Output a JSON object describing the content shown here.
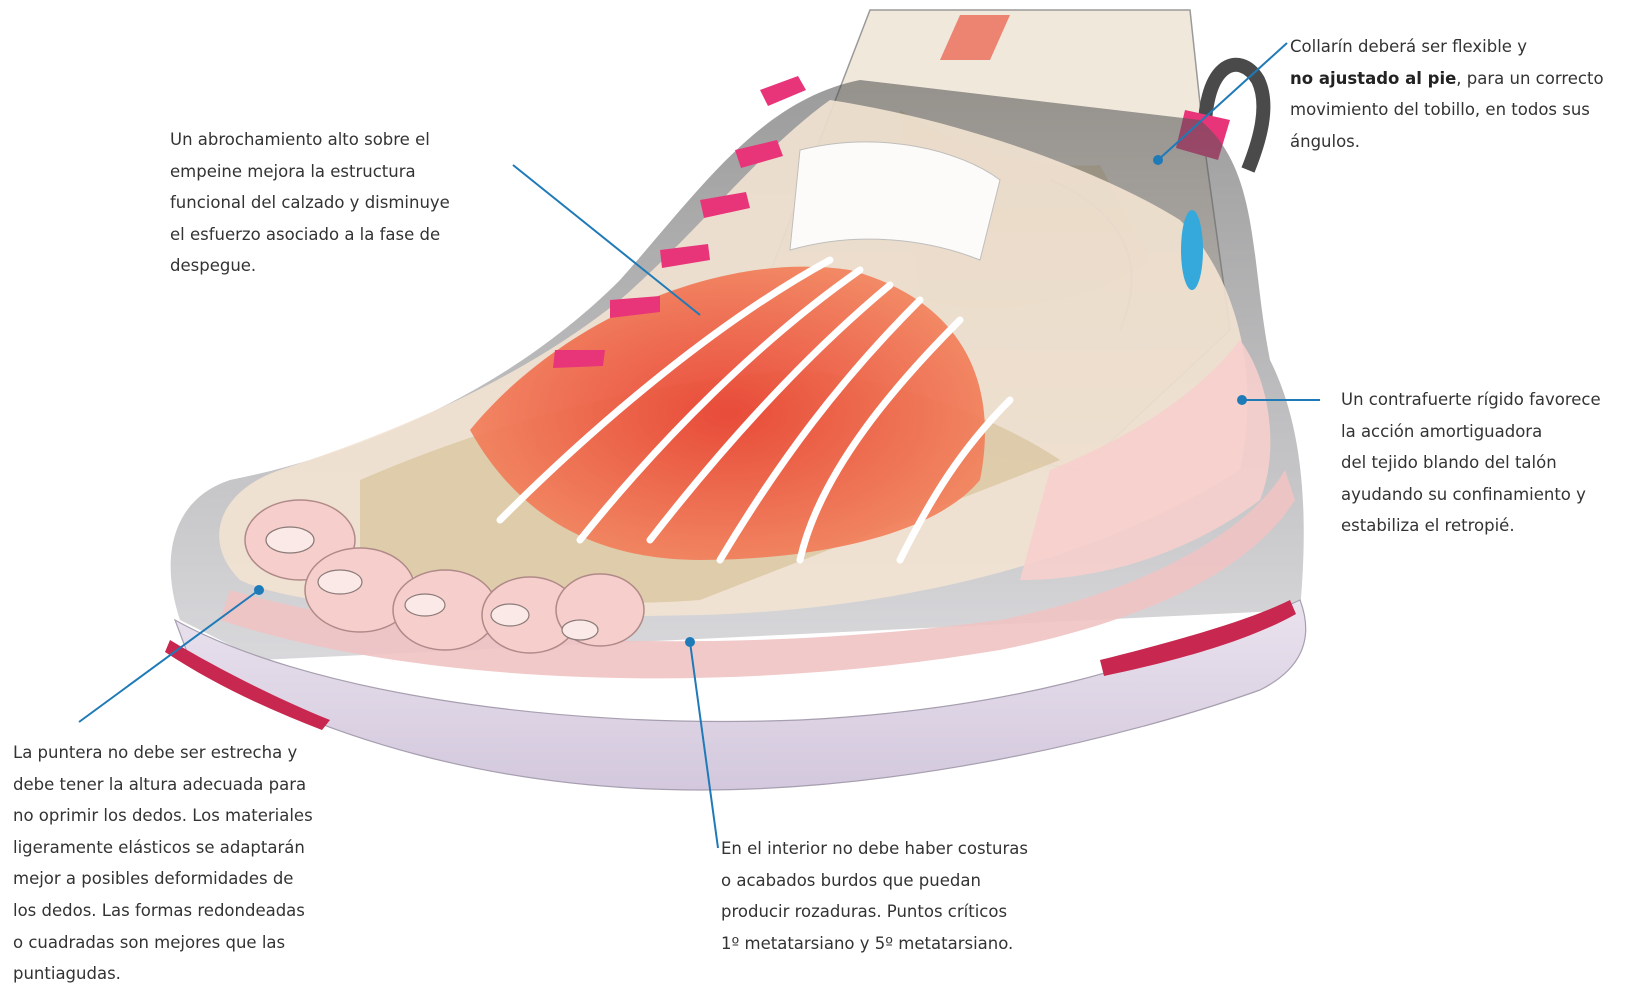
{
  "colors": {
    "leader_line": "#1f7ab8",
    "lace_pink": "#e8357a",
    "muscle_red": "#ec5a45",
    "skin_pink": "#f6cfcc",
    "sole_lavender": "#ddd5e5",
    "outsole_red": "#c8284f",
    "bone_tan": "#dbc8a5",
    "tendon_white": "#ffffff",
    "pad_blue": "#35a8dc",
    "text": "#333333"
  },
  "annotations": {
    "top_left": {
      "lines": [
        "Un abrochamiento alto sobre el",
        "empeine mejora la estructura",
        "funcional del calzado y disminuye",
        "el esfuerzo asociado a la fase de",
        "despegue."
      ]
    },
    "top_right": {
      "line1": "Collarín deberá ser flexible y",
      "line2_bold": "no ajustado al pie",
      "line2_rest": ", para un correcto",
      "line3": "movimiento del tobillo, en todos sus",
      "line4": "ángulos."
    },
    "right": {
      "lines": [
        "Un contrafuerte rígido favorece",
        "la acción amortiguadora",
        "del tejido blando del talón",
        "ayudando su confinamiento y",
        "estabiliza el retropié."
      ]
    },
    "bottom_left": {
      "lines": [
        "La puntera no debe ser estrecha y",
        "debe tener la altura adecuada para",
        "no oprimir los dedos. Los materiales",
        "ligeramente elásticos se adaptarán",
        "mejor a posibles deformidades de",
        "los dedos. Las formas redondeadas",
        "o cuadradas son mejores que las",
        "puntiagudas."
      ]
    },
    "bottom_mid": {
      "lines": [
        "En el interior no debe haber costuras",
        "o acabados burdos que puedan",
        "producir rozaduras. Puntos críticos",
        "1º metatarsiano y 5º metatarsiano."
      ]
    }
  }
}
